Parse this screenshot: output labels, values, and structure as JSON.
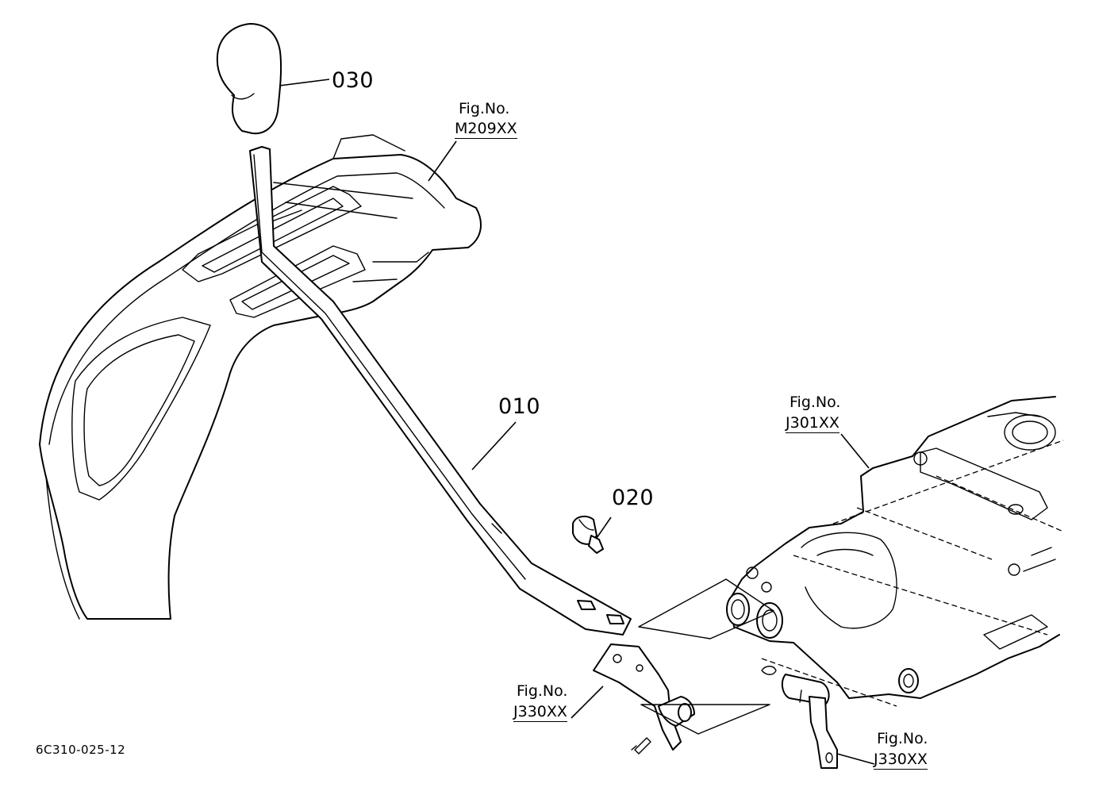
{
  "parts": [
    {
      "id": "part-030",
      "number": "030"
    },
    {
      "id": "part-010",
      "number": "010"
    },
    {
      "id": "part-020",
      "number": "020"
    }
  ],
  "figure_refs": [
    {
      "id": "fig-m209",
      "label": "Fig.No.",
      "ref": "M209XX"
    },
    {
      "id": "fig-j301",
      "label": "Fig.No.",
      "ref": "J301XX"
    },
    {
      "id": "fig-j330-a",
      "label": "Fig.No.",
      "ref": "J330XX"
    },
    {
      "id": "fig-j330-b",
      "label": "Fig.No.",
      "ref": "J330XX"
    }
  ],
  "drawing_code": "6C310-025-12"
}
